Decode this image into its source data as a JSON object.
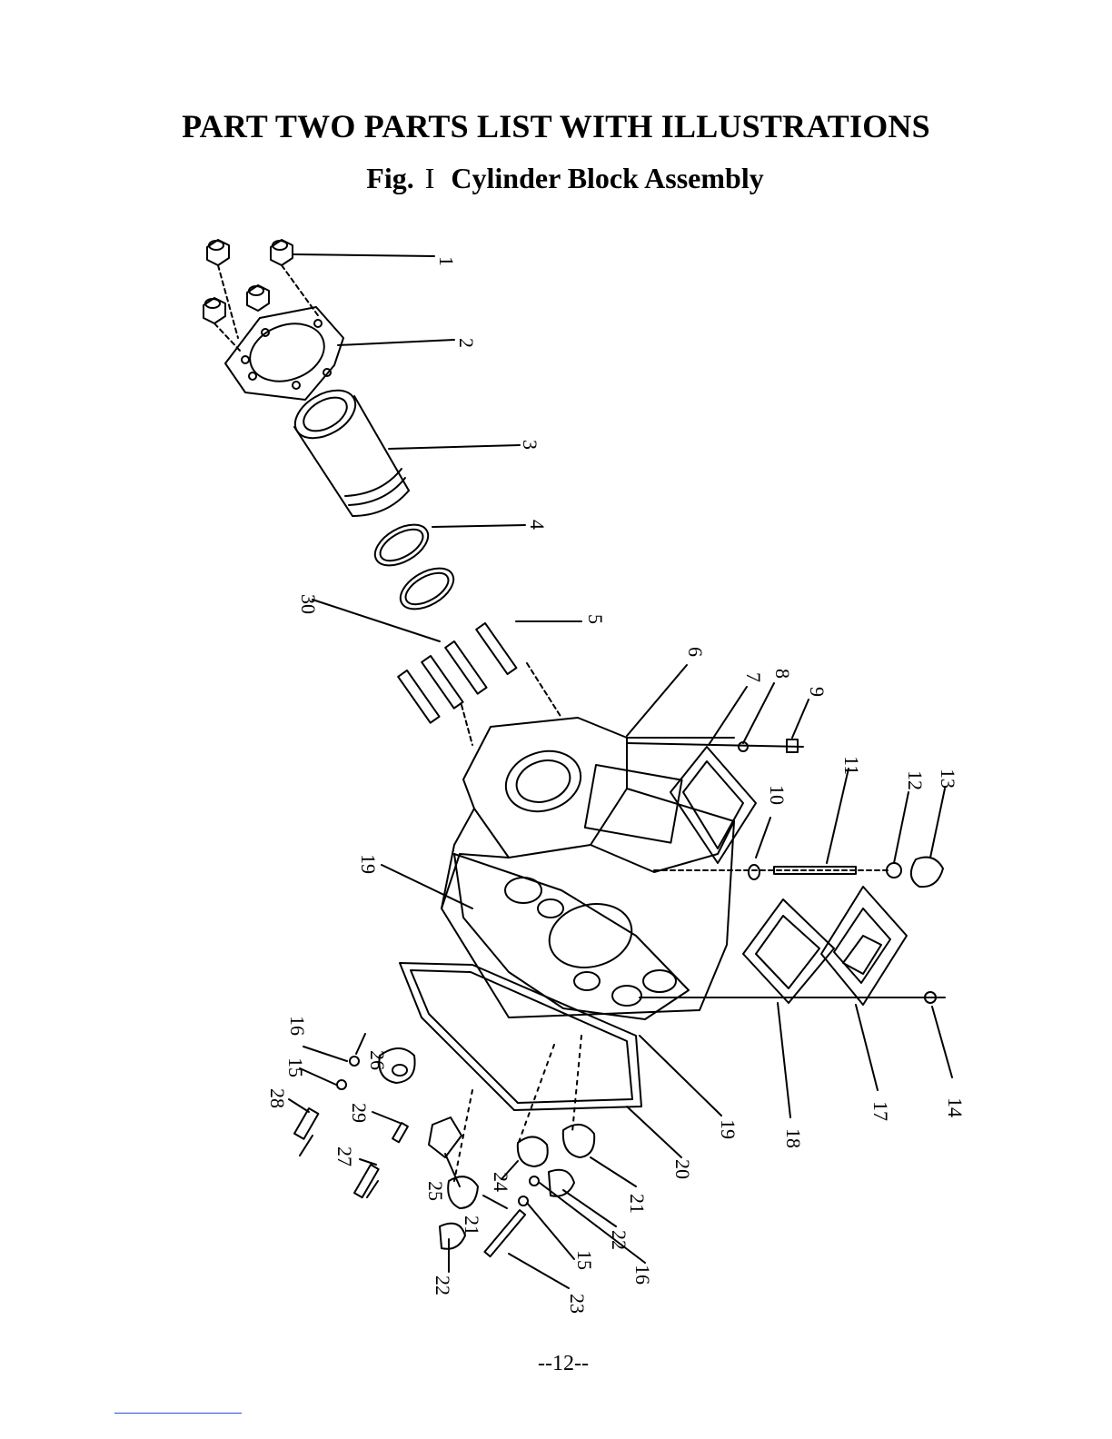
{
  "header": {
    "title": "PART TWO PARTS LIST WITH ILLUSTRATIONS",
    "fig_prefix": "Fig.",
    "fig_numeral": "I",
    "fig_caption": "Cylinder Block Assembly"
  },
  "callouts": [
    "1",
    "2",
    "3",
    "4",
    "5",
    "6",
    "7",
    "8",
    "9",
    "10",
    "11",
    "12",
    "13",
    "14",
    "15",
    "16",
    "17",
    "18",
    "19",
    "20",
    "21",
    "22",
    "23",
    "24",
    "25",
    "26",
    "27",
    "28",
    "29",
    "30"
  ],
  "callouts_repeat": [
    "19",
    "21",
    "22",
    "15",
    "16",
    "12",
    "22"
  ],
  "footer": {
    "page_number": "--12--"
  }
}
